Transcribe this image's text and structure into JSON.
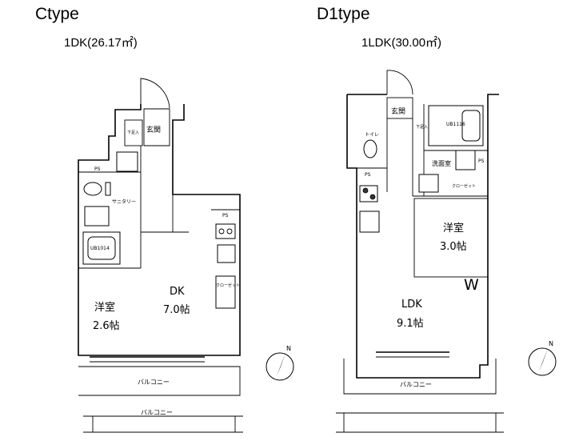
{
  "left_plan": {
    "type_name": "Ctype",
    "layout": "1DK(26.17㎡)",
    "rooms": {
      "dk_name": "DK",
      "dk_size": "7.0帖",
      "western_name": "洋室",
      "western_size": "2.6帖"
    },
    "labels": {
      "entrance": "玄関",
      "shoe_box": "下足入",
      "ps1": "PS",
      "ps2": "PS",
      "sanitary": "サニタリー",
      "ub": "UB1014",
      "closet": "クローゼット",
      "balcony1": "バルコニー",
      "balcony2": "バルコニー"
    }
  },
  "right_plan": {
    "type_name": "D1type",
    "layout": "1LDK(30.00㎡)",
    "rooms": {
      "ldk_name": "LDK",
      "ldk_size": "9.1帖",
      "western_name": "洋室",
      "western_size": "3.0帖"
    },
    "labels": {
      "entrance": "玄関",
      "shoe_box": "下足入",
      "toilet": "トイレ",
      "ub": "UB1116",
      "washroom": "洗面室",
      "ps1": "PS",
      "ps2": "PS",
      "closet": "クローゼット",
      "w_mark": "W",
      "balcony": "バルコニー"
    }
  },
  "compass_label": "N"
}
